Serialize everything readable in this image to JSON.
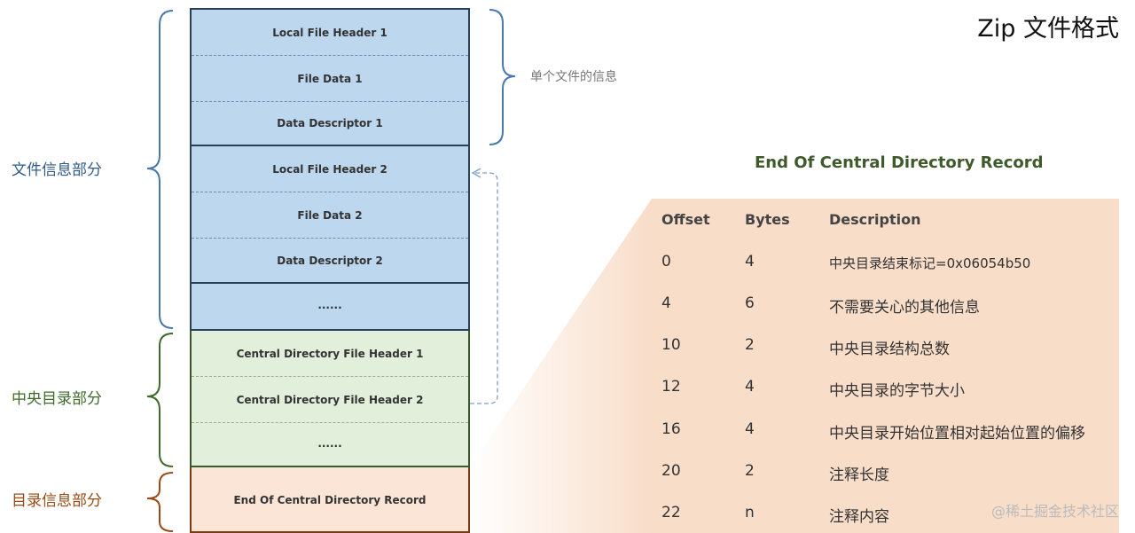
{
  "title": "Zip 文件格式",
  "single_file_info": "单个文件的信息",
  "sections": {
    "file_info": "文件信息部分",
    "central_dir": "中央目录部分",
    "dir_info": "目录信息部分"
  },
  "blocks": {
    "local1": "Local File Header 1",
    "data1": "File Data 1",
    "desc1": "Data Descriptor 1",
    "local2": "Local File Header 2",
    "data2": "File Data 2",
    "desc2": "Data Descriptor 2",
    "ellipsis_blue": "......",
    "cd1": "Central Directory File Header 1",
    "cd2": "Central Directory File Header 2",
    "ellipsis_green": "......",
    "eocd": "End Of Central Directory Record"
  },
  "table": {
    "title": "End Of Central Directory Record",
    "headers": [
      "Offset",
      "Bytes",
      "Description"
    ],
    "rows": [
      {
        "offset": "0",
        "bytes": "4",
        "desc": "中央目录结束标记=0x06054b50"
      },
      {
        "offset": "4",
        "bytes": "6",
        "desc": "不需要关心的其他信息"
      },
      {
        "offset": "10",
        "bytes": "2",
        "desc": "中央目录结构总数"
      },
      {
        "offset": "12",
        "bytes": "4",
        "desc": "中央目录的字节大小"
      },
      {
        "offset": "16",
        "bytes": "4",
        "desc": "中央目录开始位置相对起始位置的偏移"
      },
      {
        "offset": "20",
        "bytes": "2",
        "desc": "注释长度"
      },
      {
        "offset": "22",
        "bytes": "n",
        "desc": "注释内容"
      }
    ]
  },
  "watermark": "@稀土掘金技术社区",
  "colors": {
    "blue_fill": "#bdd7ee",
    "green_fill": "#e2efda",
    "orange_fill": "#fbe5d6",
    "table_bg": "#f8ddc9",
    "blue_text": "#2f5a8a",
    "green_text": "#3f6a2a",
    "orange_text": "#9a4a14"
  }
}
